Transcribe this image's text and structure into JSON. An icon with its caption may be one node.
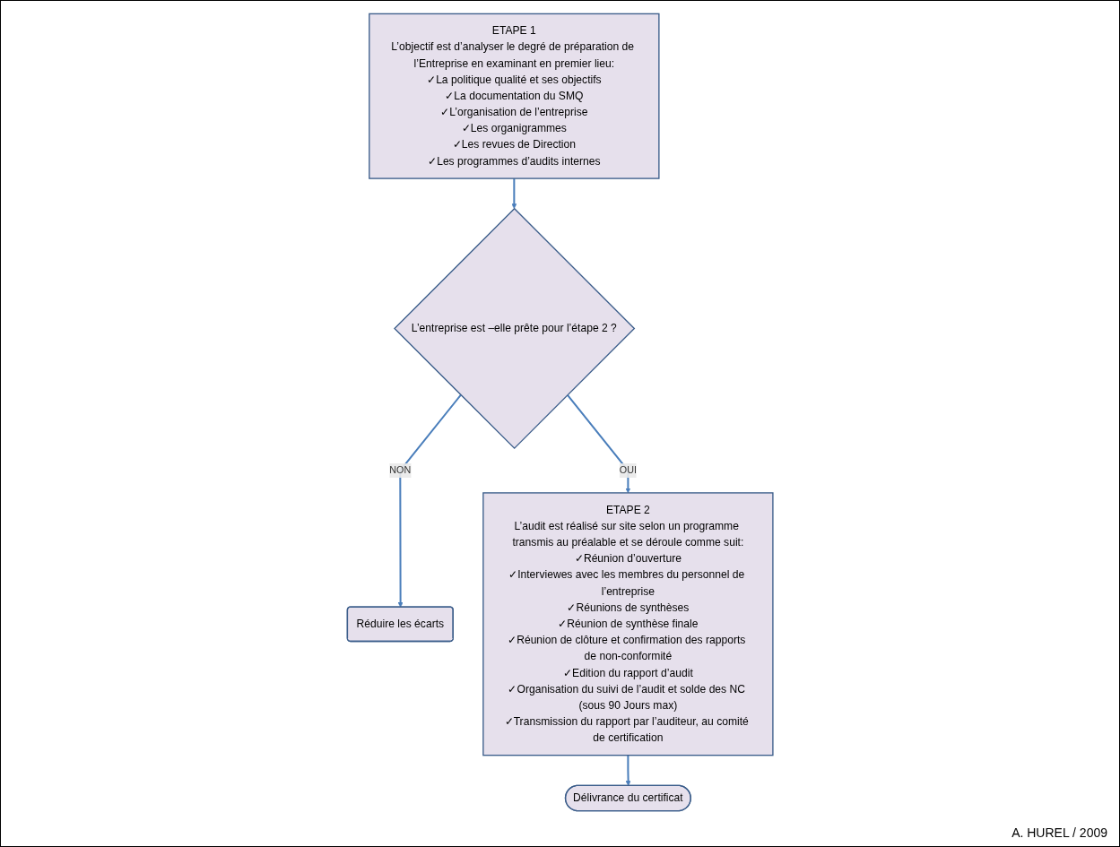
{
  "diagram": {
    "nodes": [
      {
        "text": [
          "ETAPE 1",
          "L’objectif est d’analyser le degré de préparation de l’Entreprise en examinant en premier lieu:",
          "✓La politique qualité et ses objectifs",
          "✓La documentation du SMQ",
          "✓L’organisation de l’entreprise",
          "✓Les organigrammes",
          "✓Les revues de Direction",
          "✓Les programmes d’audits internes"
        ]
      },
      {
        "text": [
          "L’entreprise est –elle prête pour l’étape 2 ?"
        ]
      },
      {
        "text": [
          "Réduire les écarts"
        ]
      },
      {
        "text": [
          "ETAPE 2",
          "L’audit est réalisé sur site selon un programme transmis au préalable et se déroule comme suit:",
          "✓Réunion d’ouverture",
          "✓Interviewes avec les membres du personnel de l’entreprise",
          "✓Réunions de synthèses",
          "✓Réunion de synthèse finale",
          "✓Réunion de clôture et confirmation des rapports de non-conformité",
          "✓Edition du rapport d’audit",
          "✓Organisation du suivi de l’audit et solde des NC (sous 90 Jours max)",
          "✓Transmission du rapport par l’auditeur, au comité de certification"
        ]
      },
      {
        "text": [
          "Délivrance du certificat"
        ]
      }
    ],
    "edges": [
      {
        "from": 0,
        "to": 1,
        "arrow": "to"
      },
      {
        "from": 1,
        "to": 3,
        "arrow": "to",
        "label": "OUI"
      },
      {
        "from": 1,
        "to": 2,
        "arrow": "to",
        "label": "NON"
      },
      {
        "from": 3,
        "to": 4,
        "arrow": "to"
      }
    ],
    "labels": [
      "A. HUREL / 2009"
    ]
  }
}
